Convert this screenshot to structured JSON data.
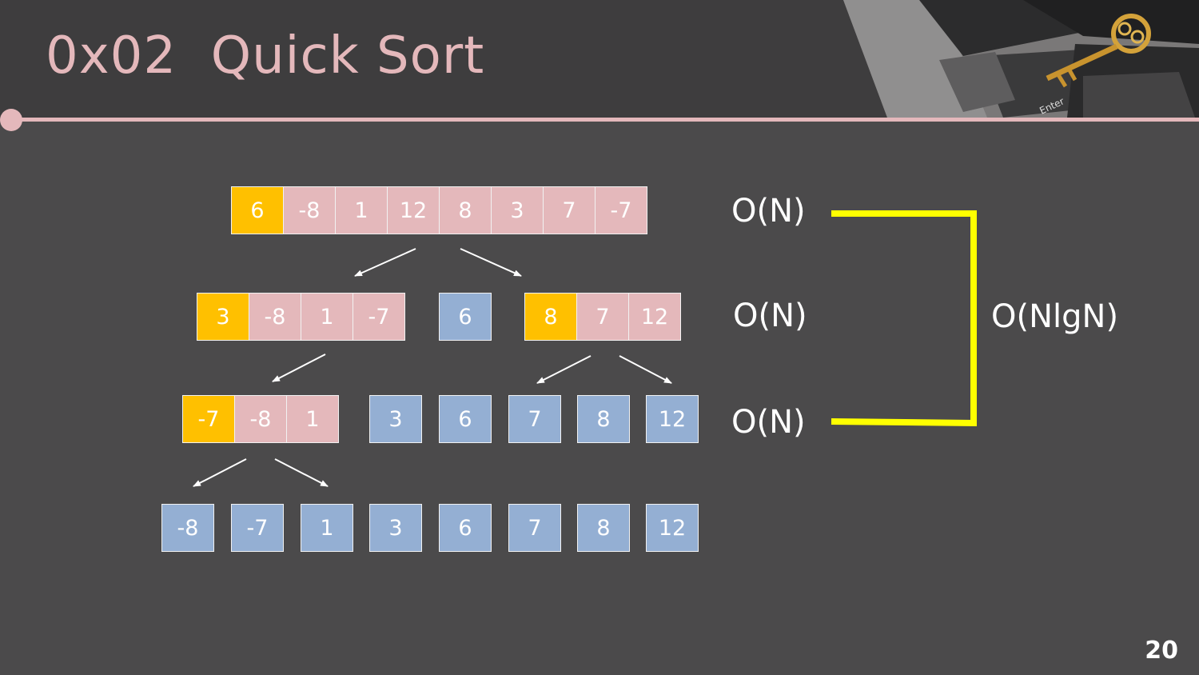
{
  "slide": {
    "title": "0x02  Quick Sort",
    "page_number": "20"
  },
  "rows": {
    "row1": [
      {
        "v": "6",
        "state": "pivot"
      },
      {
        "v": "-8",
        "state": "part"
      },
      {
        "v": "1",
        "state": "part"
      },
      {
        "v": "12",
        "state": "part"
      },
      {
        "v": "8",
        "state": "part"
      },
      {
        "v": "3",
        "state": "part"
      },
      {
        "v": "7",
        "state": "part"
      },
      {
        "v": "-7",
        "state": "part"
      }
    ],
    "row2": [
      {
        "v": "3",
        "state": "pivot"
      },
      {
        "v": "-8",
        "state": "part"
      },
      {
        "v": "1",
        "state": "part"
      },
      {
        "v": "-7",
        "state": "part"
      },
      {
        "v": "6",
        "state": "done"
      },
      {
        "v": "8",
        "state": "pivot"
      },
      {
        "v": "7",
        "state": "part"
      },
      {
        "v": "12",
        "state": "part"
      }
    ],
    "row3": [
      {
        "v": "-7",
        "state": "pivot"
      },
      {
        "v": "-8",
        "state": "part"
      },
      {
        "v": "1",
        "state": "part"
      },
      {
        "v": "3",
        "state": "done"
      },
      {
        "v": "6",
        "state": "done"
      },
      {
        "v": "7",
        "state": "done"
      },
      {
        "v": "8",
        "state": "done"
      },
      {
        "v": "12",
        "state": "done"
      }
    ],
    "row4": [
      {
        "v": "-8",
        "state": "done"
      },
      {
        "v": "-7",
        "state": "done"
      },
      {
        "v": "1",
        "state": "done"
      },
      {
        "v": "3",
        "state": "done"
      },
      {
        "v": "6",
        "state": "done"
      },
      {
        "v": "7",
        "state": "done"
      },
      {
        "v": "8",
        "state": "done"
      },
      {
        "v": "12",
        "state": "done"
      }
    ]
  },
  "complexity": {
    "level1": "O(N)",
    "level2": "O(N)",
    "level3": "O(N)",
    "total": "O(NlgN)"
  },
  "colors": {
    "pivot": "#ffc000",
    "partition": "#e4b8bb",
    "sorted": "#94afd3",
    "bracket": "#ffff00",
    "title": "#e4b8bb"
  },
  "decor": {
    "keyboard_key_text": "Enter"
  }
}
